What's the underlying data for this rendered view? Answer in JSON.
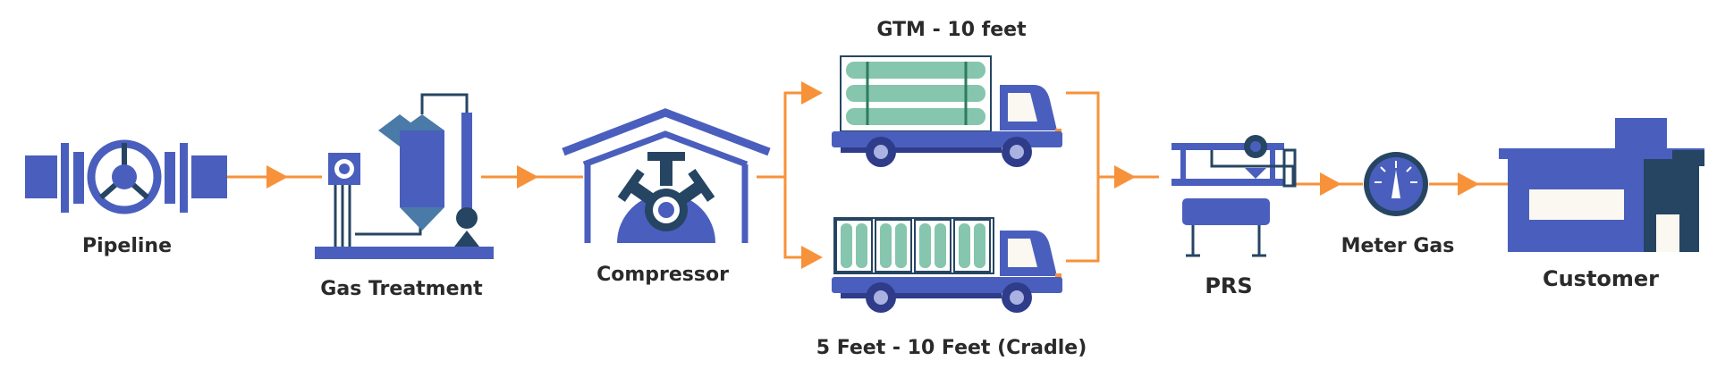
{
  "colors": {
    "primary": "#4a5fbd",
    "dark": "#264563",
    "navy": "#2e3c8a",
    "accent": "#f7923a",
    "cylinder": "#86c5ae",
    "cylinder_dark": "#2f7a63",
    "cab_window": "#fbf7f1",
    "text": "#2a2a2a"
  },
  "nodes": {
    "pipeline": {
      "label": "Pipeline",
      "icon": "pipeline-valve-icon"
    },
    "gas_treatment": {
      "label": "Gas Treatment",
      "icon": "gas-treatment-icon"
    },
    "compressor": {
      "label": "Compressor",
      "icon": "compressor-icon"
    },
    "gtm_truck": {
      "label": "GTM - 10 feet",
      "icon": "gtm-truck-icon"
    },
    "cradle_truck": {
      "label": "5 Feet - 10 Feet (Cradle)",
      "icon": "cradle-truck-icon"
    },
    "prs": {
      "label": "PRS",
      "icon": "prs-station-icon"
    },
    "meter_gas": {
      "label": "Meter Gas",
      "icon": "gas-meter-icon"
    },
    "customer": {
      "label": "Customer",
      "icon": "customer-building-icon"
    }
  }
}
